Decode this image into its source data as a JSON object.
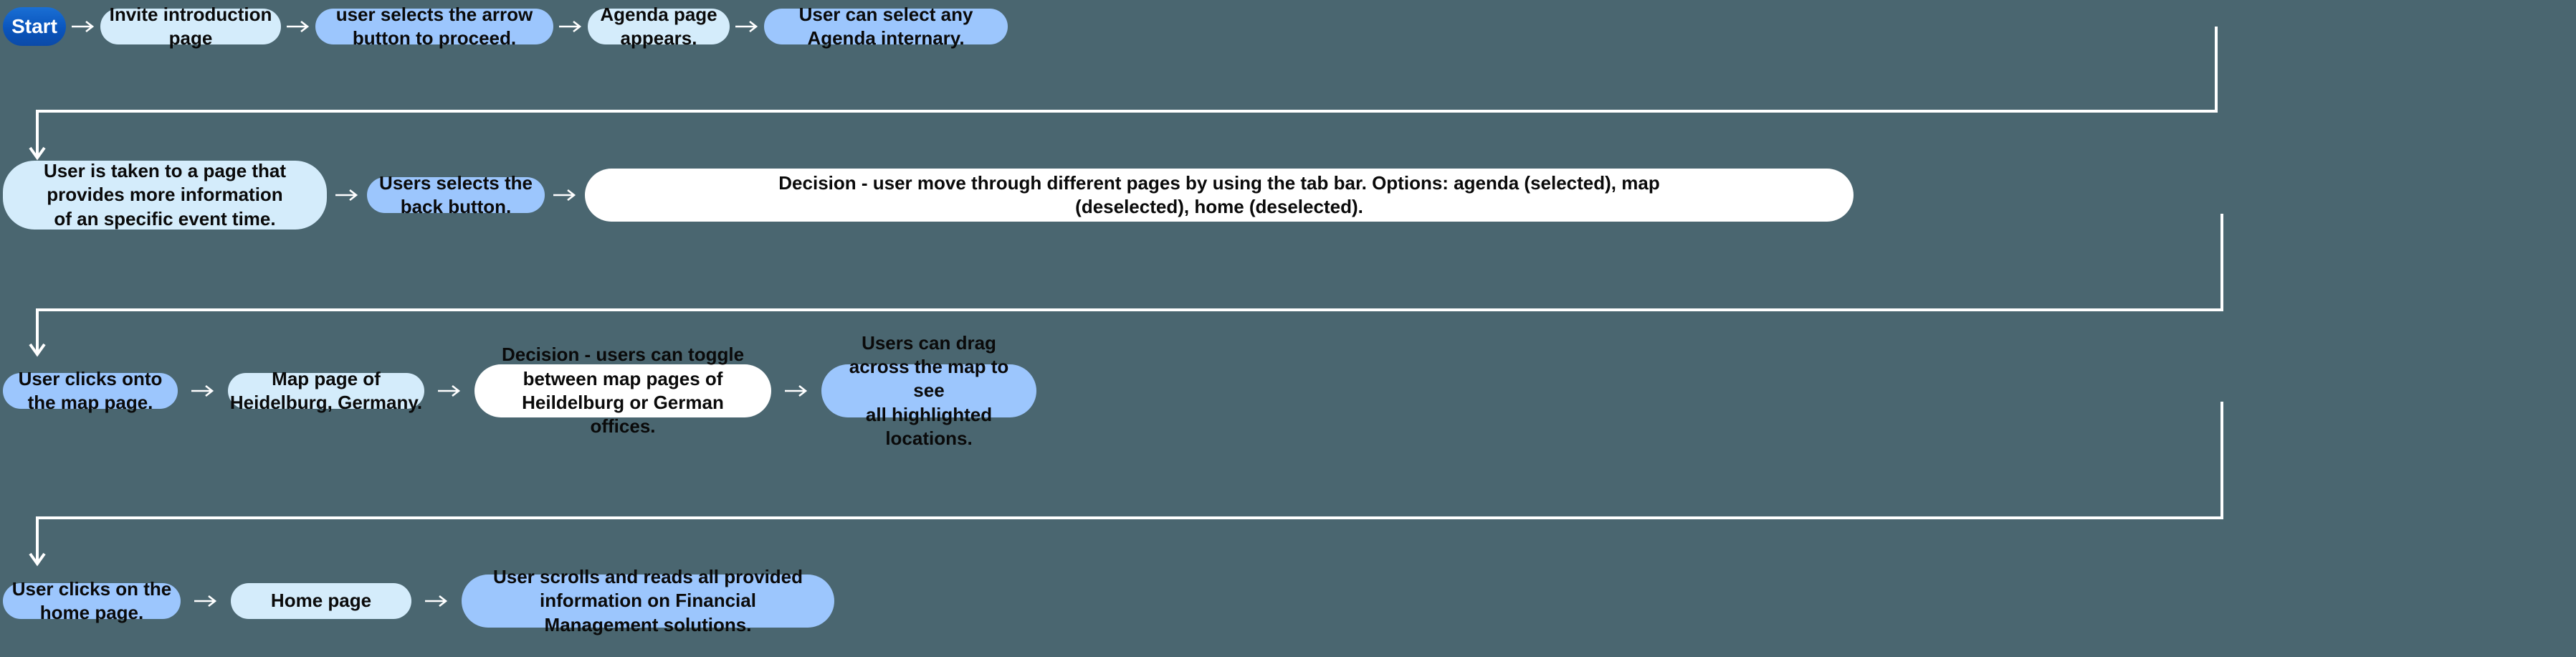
{
  "diagram": {
    "title": "User journey flowchart",
    "background_color": "#4a6670",
    "connector_color": "#ffffff",
    "arrow_glyph": "arrow-right",
    "colors": {
      "start_node": "#0a55bd",
      "light_blue_node": "#d4ecfb",
      "medium_blue_node": "#9cc6fd",
      "decision_node": "#ffffff",
      "node_text": "#0a0a0a",
      "start_text": "#ffffff"
    },
    "rows": [
      {
        "id": "row-1",
        "nodes": [
          {
            "id": "start",
            "label": "Start",
            "style": "start"
          },
          {
            "id": "invite-intro",
            "label": "Invite introduction page",
            "style": "light"
          },
          {
            "id": "arrow-button",
            "label": "user selects the arrow button to proceed.",
            "style": "medium"
          },
          {
            "id": "agenda-appears",
            "label": "Agenda page appears.",
            "style": "light"
          },
          {
            "id": "select-itinerary",
            "label": "User can select any Agenda internary.",
            "style": "medium"
          }
        ]
      },
      {
        "id": "row-2",
        "nodes": [
          {
            "id": "event-info",
            "label": "User is taken to a page that provides more information\nof an specific event time.",
            "style": "light"
          },
          {
            "id": "back-button",
            "label": "Users selects the back button.",
            "style": "medium"
          },
          {
            "id": "decision-tab",
            "label": "Decision - user move through different pages by using the tab bar. Options: agenda (selected), map\n(deselected), home (deselected).",
            "style": "white"
          }
        ]
      },
      {
        "id": "row-3",
        "nodes": [
          {
            "id": "map-page-click",
            "label": "User clicks onto the map page.",
            "style": "medium"
          },
          {
            "id": "map-heidelburg",
            "label": "Map page of Heidelburg, Germany.",
            "style": "light"
          },
          {
            "id": "decision-toggle",
            "label": "Decision - users can toggle between map pages of\nHeildelburg or German offices.",
            "style": "white"
          },
          {
            "id": "drag-map",
            "label": "Users can drag across the map to see\nall highlighted locations.",
            "style": "medium"
          }
        ]
      },
      {
        "id": "row-4",
        "nodes": [
          {
            "id": "home-page-click",
            "label": "User clicks on the home page.",
            "style": "medium"
          },
          {
            "id": "home-page",
            "label": "Home page",
            "style": "light"
          },
          {
            "id": "financial-info",
            "label": "User scrolls and reads all provided information on Financial\nManagement solutions.",
            "style": "medium"
          }
        ]
      }
    ]
  }
}
